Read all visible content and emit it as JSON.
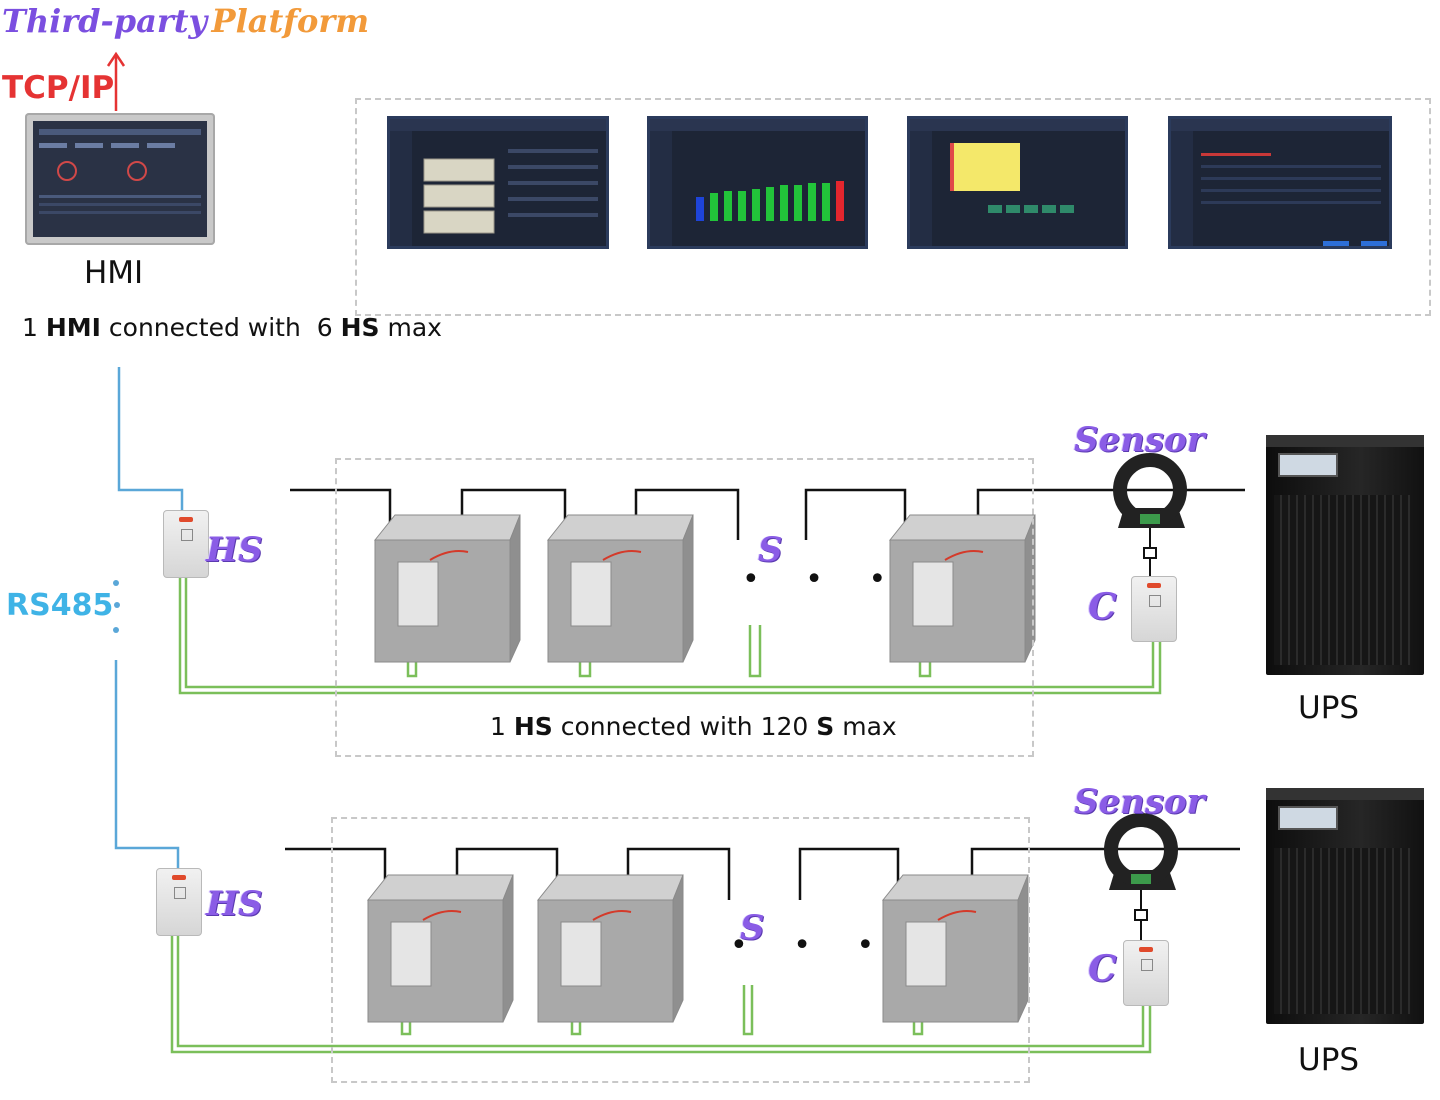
{
  "title": {
    "part1": "Third-party",
    "part2": "Platform"
  },
  "protocol_top": "TCP/IP",
  "protocol_bus": "RS485",
  "hmi_label": "HMI",
  "hmi_caption": {
    "n1": "1",
    "b1": "HMI",
    "t1": "connected with",
    "n2": "6",
    "b2": "HS",
    "t2": "max"
  },
  "hs_caption": {
    "n1": "1",
    "b1": "HS",
    "t1": "connected with",
    "n2": "120",
    "b2": "S",
    "t2": "max"
  },
  "tags": {
    "hs": "HS",
    "s": "S",
    "c": "C",
    "sensor": "Sensor"
  },
  "ups_label": "UPS",
  "ellipsis": "• • •",
  "colors": {
    "rs485_wire": "#5aa7d8",
    "comm_wire": "#7bbf5a",
    "power_wire": "#111111",
    "tag_purple": "#8a5ce6",
    "protocol_red": "#e53333",
    "rs485_text": "#3fb3e6"
  }
}
